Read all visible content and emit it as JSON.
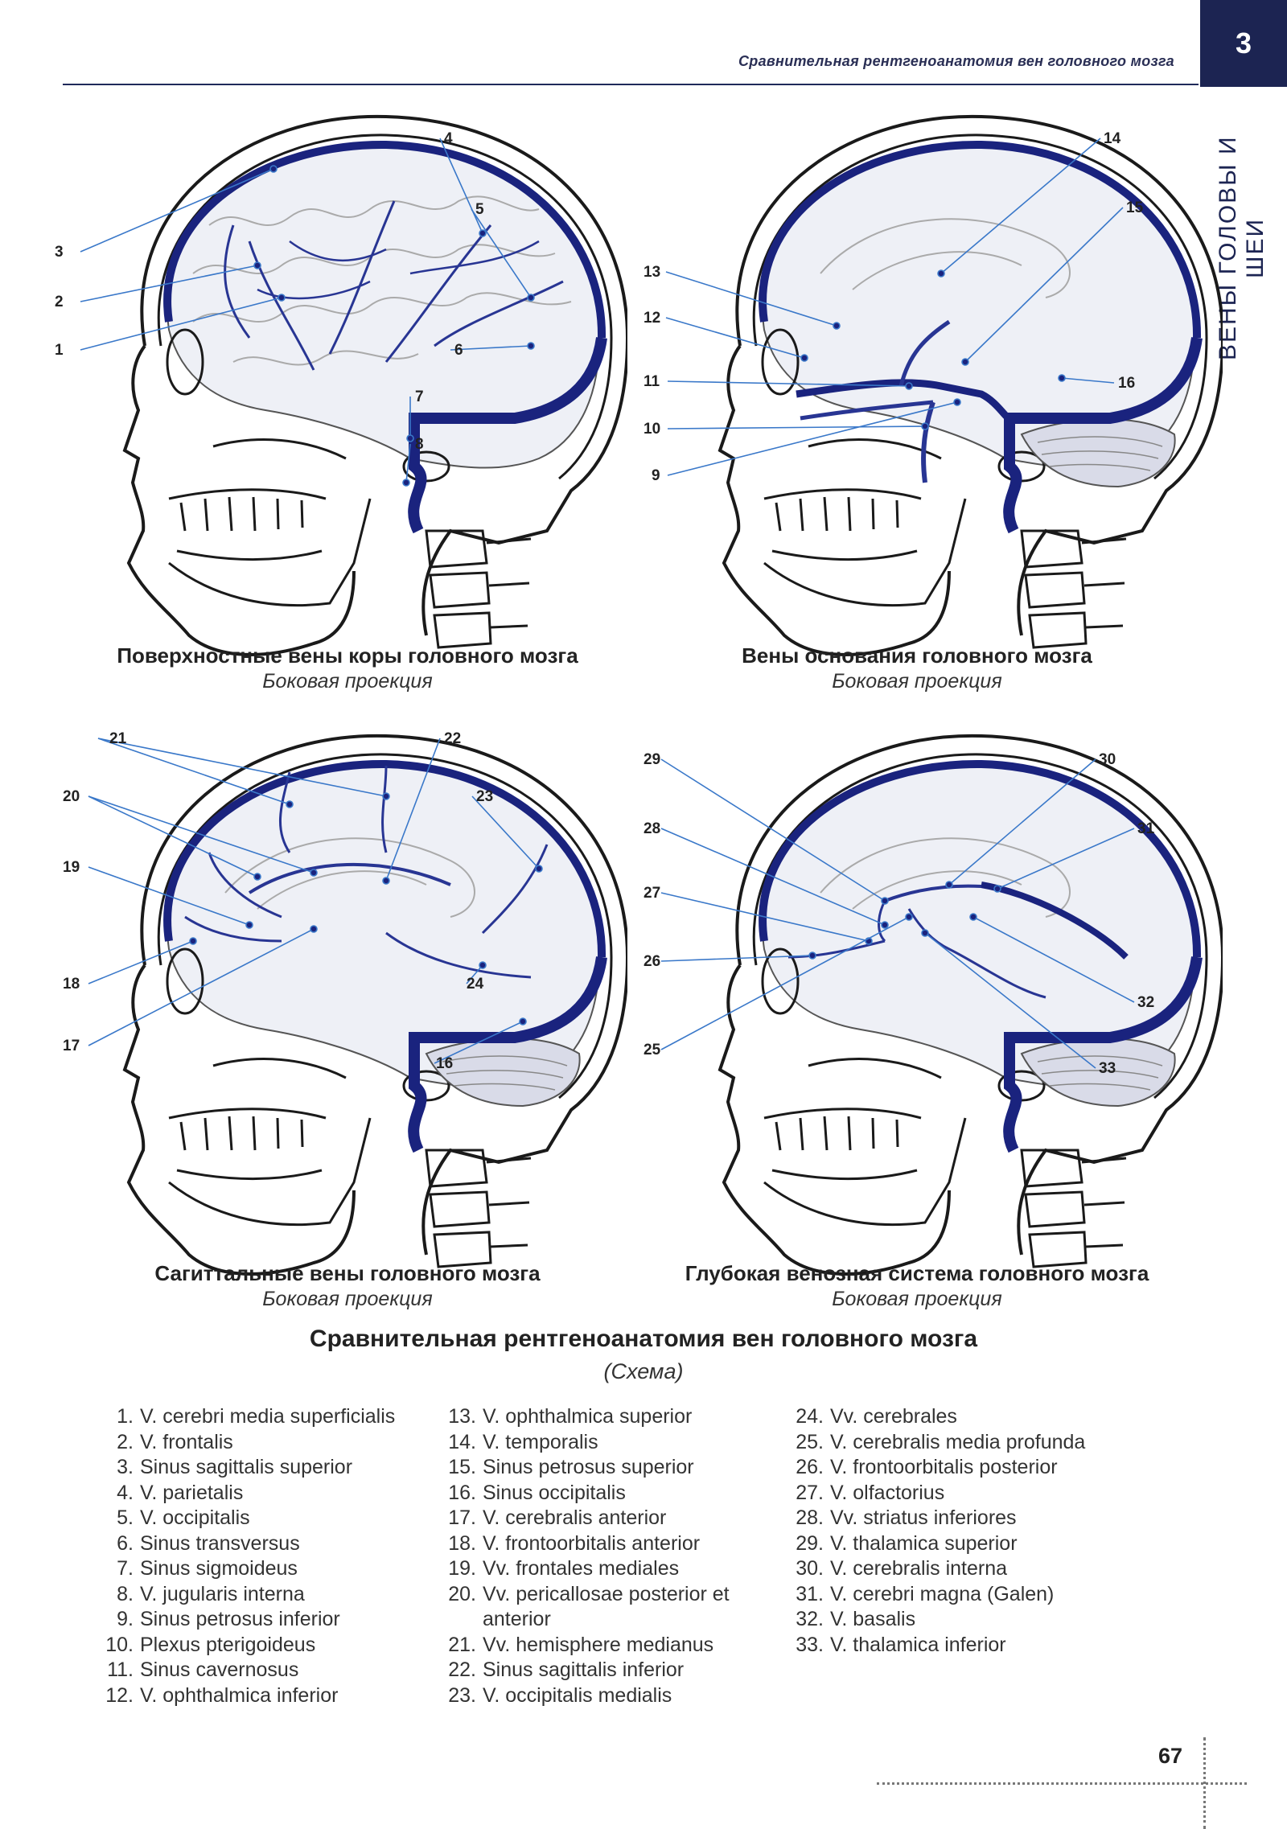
{
  "header": {
    "running_title": "Сравнительная рентгеноанатомия вен головного мозга",
    "chapter": "3",
    "side_title": "ВЕНЫ ГОЛОВЫ И ШЕИ"
  },
  "colors": {
    "vein": "#1a237e",
    "label_line": "#3a78c9",
    "outline": "#1a1a1a"
  },
  "panels": [
    {
      "title": "Поверхностные вены коры головного мозга",
      "subtitle": "Боковая проекция"
    },
    {
      "title": "Вены основания головного мозга",
      "subtitle": "Боковая проекция"
    },
    {
      "title": "Сагиттальные вены головного мозга",
      "subtitle": "Боковая проекция"
    },
    {
      "title": "Глубокая венозная система головного мозга",
      "subtitle": "Боковая проекция"
    }
  ],
  "labels": {
    "p1": [
      "4",
      "3",
      "5",
      "2",
      "1",
      "6",
      "7",
      "8"
    ],
    "p2": [
      "14",
      "15",
      "13",
      "12",
      "11",
      "16",
      "10",
      "9"
    ],
    "p3": [
      "21",
      "22",
      "20",
      "23",
      "19",
      "18",
      "24",
      "17",
      "16"
    ],
    "p4": [
      "29",
      "30",
      "28",
      "31",
      "27",
      "26",
      "32",
      "25",
      "33"
    ]
  },
  "main": {
    "title": "Сравнительная рентгеноанатомия вен головного мозга",
    "subtitle": "(Схема)"
  },
  "legend": {
    "col1": [
      {
        "n": "1.",
        "t": "V. cerebri media superficialis"
      },
      {
        "n": "2.",
        "t": "V. frontalis"
      },
      {
        "n": "3.",
        "t": "Sinus sagittalis superior"
      },
      {
        "n": "4.",
        "t": "V. parietalis"
      },
      {
        "n": "5.",
        "t": "V. occipitalis"
      },
      {
        "n": "6.",
        "t": "Sinus transversus"
      },
      {
        "n": "7.",
        "t": "Sinus sigmoideus"
      },
      {
        "n": "8.",
        "t": "V. jugularis interna"
      },
      {
        "n": "9.",
        "t": "Sinus petrosus inferior"
      },
      {
        "n": "10.",
        "t": "Plexus pterigoideus"
      },
      {
        "n": "11.",
        "t": "Sinus cavernosus"
      },
      {
        "n": "12.",
        "t": "V. ophthalmica inferior"
      }
    ],
    "col2": [
      {
        "n": "13.",
        "t": "V. ophthalmica superior"
      },
      {
        "n": "14.",
        "t": "V. temporalis"
      },
      {
        "n": "15.",
        "t": "Sinus petrosus superior"
      },
      {
        "n": "16.",
        "t": "Sinus occipitalis"
      },
      {
        "n": "17.",
        "t": "V. cerebralis anterior"
      },
      {
        "n": "18.",
        "t": "V. frontoorbitalis anterior"
      },
      {
        "n": "19.",
        "t": "Vv. frontales mediales"
      },
      {
        "n": "20.",
        "t": "Vv. pericallosae posterior et",
        "t2": "anterior"
      },
      {
        "n": "21.",
        "t": "Vv. hemisphere medianus"
      },
      {
        "n": "22.",
        "t": "Sinus sagittalis inferior"
      },
      {
        "n": "23.",
        "t": "V. occipitalis medialis"
      }
    ],
    "col3": [
      {
        "n": "24.",
        "t": "Vv. cerebrales"
      },
      {
        "n": "25.",
        "t": "V. cerebralis media profunda"
      },
      {
        "n": "26.",
        "t": "V. frontoorbitalis posterior"
      },
      {
        "n": "27.",
        "t": "V. olfactorius"
      },
      {
        "n": "28.",
        "t": "Vv. striatus inferiores"
      },
      {
        "n": "29.",
        "t": "V. thalamica superior"
      },
      {
        "n": "30.",
        "t": "V. cerebralis interna"
      },
      {
        "n": "31.",
        "t": "V. cerebri magna (Galen)"
      },
      {
        "n": "32.",
        "t": "V. basalis"
      },
      {
        "n": "33.",
        "t": "V. thalamica inferior"
      }
    ]
  },
  "page_number": "67"
}
